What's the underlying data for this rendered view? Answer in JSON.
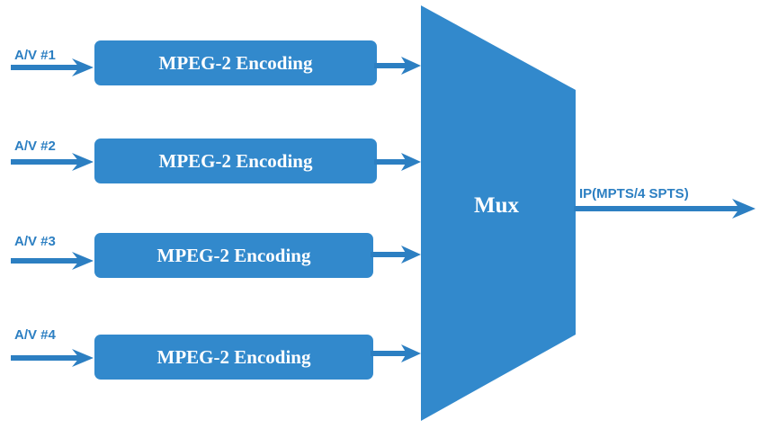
{
  "colors": {
    "accent": "#3289cc",
    "arrow": "#2c7fc2",
    "label_text": "#2c7fc2",
    "box_text": "#ffffff",
    "background": "#ffffff"
  },
  "inputs": [
    {
      "label": "A/V #1",
      "encoder": "MPEG-2 Encoding"
    },
    {
      "label": "A/V #2",
      "encoder": "MPEG-2 Encoding"
    },
    {
      "label": "A/V #3",
      "encoder": "MPEG-2 Encoding"
    },
    {
      "label": "A/V #4",
      "encoder": "MPEG-2 Encoding"
    }
  ],
  "mux": {
    "label": "Mux"
  },
  "output": {
    "label": "IP(MPTS/4 SPTS)"
  }
}
